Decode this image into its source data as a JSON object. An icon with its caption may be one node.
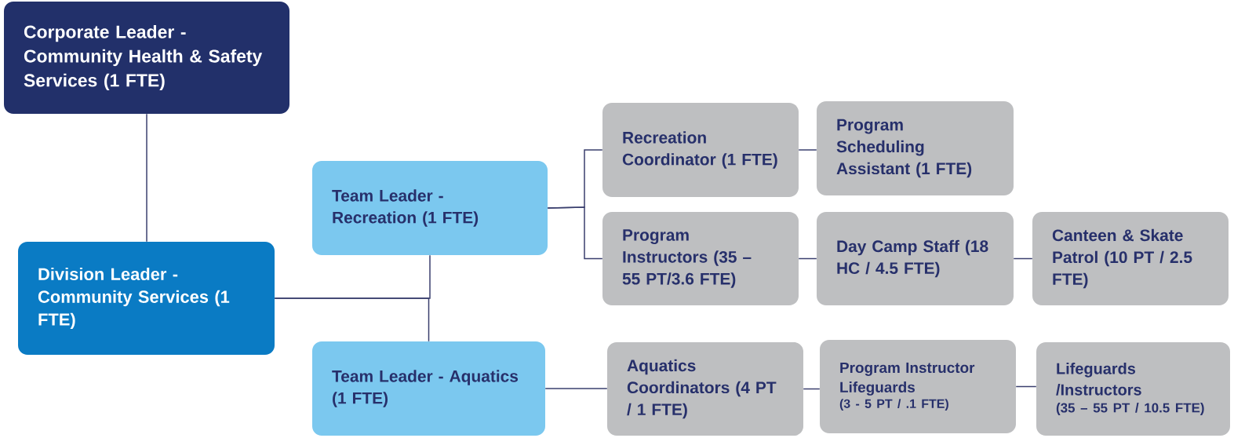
{
  "diagram": {
    "nodes": [
      {
        "text": [
          "Corporate Leader - Community Health & Safety Services (1 FTE)"
        ]
      },
      {
        "text": [
          "Division Leader - Community Services (1 FTE)"
        ]
      },
      {
        "text": [
          "Team Leader - Recreation (1 FTE)"
        ]
      },
      {
        "text": [
          "Team Leader - Aquatics (1 FTE)"
        ]
      },
      {
        "text": [
          "Recreation Coordinator (1 FTE)"
        ]
      },
      {
        "text": [
          "Program Scheduling Assistant (1 FTE)"
        ]
      },
      {
        "text": [
          "Program Instructors (35 – 55 PT/3.6 FTE)"
        ]
      },
      {
        "text": [
          "Day Camp Staff (18 HC / 4.5 FTE)"
        ]
      },
      {
        "text": [
          "Canteen & Skate Patrol (10 PT / 2.5 FTE)"
        ]
      },
      {
        "text": [
          "Aquatics Coordinators (4 PT / 1 FTE)"
        ]
      },
      {
        "text": [
          "Program Instructor Lifeguards",
          "(3 - 5 PT / .1 FTE)"
        ]
      },
      {
        "text": [
          "Lifeguards /Instructors",
          "(35 – 55 PT / 10.5 FTE)"
        ]
      }
    ],
    "edges": [
      {
        "from": 0,
        "to": 1,
        "arrow": "none"
      },
      {
        "from": 1,
        "to": 2,
        "arrow": "none"
      },
      {
        "from": 1,
        "to": 3,
        "arrow": "none"
      },
      {
        "from": 2,
        "to": 4,
        "arrow": "none"
      },
      {
        "from": 2,
        "to": 6,
        "arrow": "none"
      },
      {
        "from": 4,
        "to": 5,
        "arrow": "none"
      },
      {
        "from": 6,
        "to": 7,
        "arrow": "none"
      },
      {
        "from": 7,
        "to": 8,
        "arrow": "none"
      },
      {
        "from": 3,
        "to": 9,
        "arrow": "none"
      },
      {
        "from": 9,
        "to": 10,
        "arrow": "none"
      },
      {
        "from": 10,
        "to": 11,
        "arrow": "none"
      }
    ]
  }
}
